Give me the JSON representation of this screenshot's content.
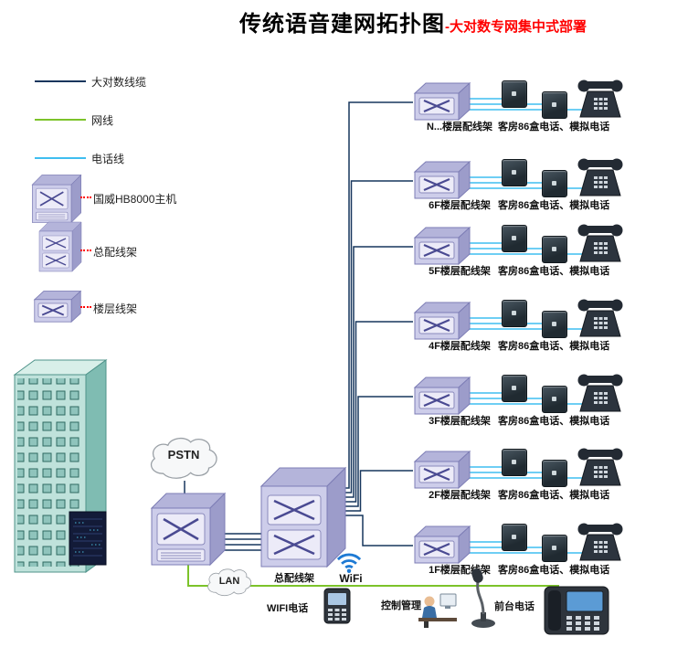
{
  "title": {
    "main": "传统语音建网拓扑图",
    "sub": "-大对数专网集中式部署"
  },
  "legend": {
    "items": [
      {
        "label": "大对数线缆"
      },
      {
        "label": "网线"
      },
      {
        "label": "电话线"
      },
      {
        "label": "国威HB8000主机"
      },
      {
        "label": "总配线架"
      },
      {
        "label": "楼层线架"
      }
    ]
  },
  "clouds": {
    "pstn": "PSTN",
    "lan": "LAN"
  },
  "mdf": {
    "label": "总配线架"
  },
  "floors": [
    {
      "name": "N...楼层配线架",
      "devices": "客房86盒电话、模拟电话"
    },
    {
      "name": "6F楼层配线架",
      "devices": "客房86盒电话、模拟电话"
    },
    {
      "name": "5F楼层配线架",
      "devices": "客房86盒电话、模拟电话"
    },
    {
      "name": "4F楼层配线架",
      "devices": "客房86盒电话、模拟电话"
    },
    {
      "name": "3F楼层配线架",
      "devices": "客房86盒电话、模拟电话"
    },
    {
      "name": "2F楼层配线架",
      "devices": "客房86盒电话、模拟电话"
    },
    {
      "name": "1F楼层配线架",
      "devices": "客房86盒电话、模拟电话"
    }
  ],
  "bottom": {
    "wifi": "WiFi",
    "wifi_phone": "WIFI电话",
    "control": "控制管理",
    "front_desk": "前台电话"
  },
  "colors": {
    "trunk_line": "#17365d",
    "network_line": "#7cc32a",
    "phone_line": "#3fbef0",
    "device_purple": "#cdcdea",
    "red_accent": "#ff0000",
    "wifi_blue": "#1e7ad4"
  }
}
